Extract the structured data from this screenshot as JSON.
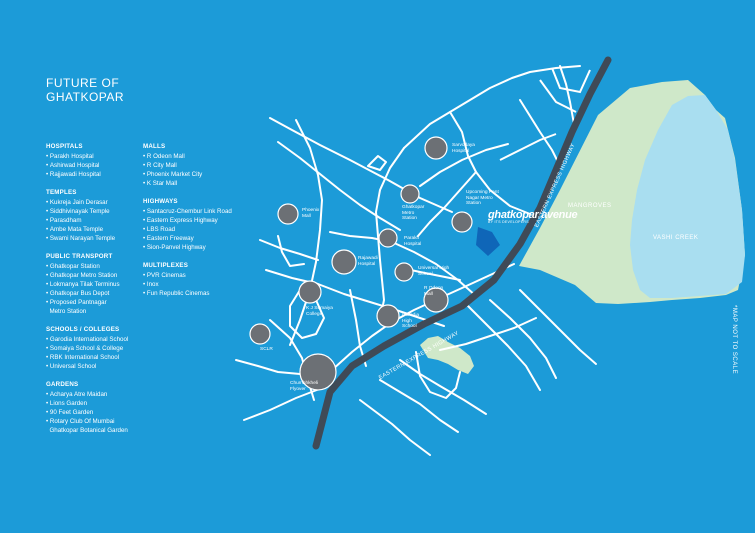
{
  "title": [
    "FUTURE OF",
    "GHATKOPAR"
  ],
  "legend": {
    "hospitals": {
      "heading": "HOSPITALS",
      "items": [
        "Parakh Hospital",
        "Ashirwad Hospital",
        "Rajjawadi Hospital"
      ]
    },
    "temples": {
      "heading": "TEMPLES",
      "items": [
        "Kukreja Jain Derasar",
        "Siddhivinayak Temple",
        "Parasdham",
        "Ambe Mata Temple",
        "Swami Narayan Temple"
      ]
    },
    "transport": {
      "heading": "PUBLIC TRANSPORT",
      "items": [
        "Ghatkopar Station",
        "Ghatkopar Metro Station",
        "Lokmanya Tilak Terminus",
        "Ghatkopar Bus Depot",
        "Proposed Pantnagar"
      ],
      "continuation": "Metro Station"
    },
    "schools": {
      "heading": "SCHOOLS / COLLEGES",
      "items": [
        "Garodia International School",
        "Somaiya School & College",
        "RBK International School",
        "Universal School"
      ]
    },
    "gardens": {
      "heading": "GARDENS",
      "items": [
        "Acharya Atre Maidan",
        "Lions Garden",
        "90 Feet Garden",
        "Rotary Club Of Mumbai"
      ],
      "continuation": "Ghatkopar Botanical Garden"
    },
    "malls": {
      "heading": "MALLS",
      "items": [
        "R Odeon Mall",
        "R City Mall",
        "Phoenix Market City",
        "K Star Mall"
      ]
    },
    "highways": {
      "heading": "HIGHWAYS",
      "items": [
        "Santacruz-Chembur Link Road",
        "Eastern Express Highway",
        "LBS Road",
        "Eastern Freeway",
        "Sion-Panvel Highway"
      ]
    },
    "multiplexes": {
      "heading": "MULTIPLEXES",
      "items": [
        "PVR Cinemas",
        "Inox",
        "Fun Republic Cinemas"
      ]
    }
  },
  "map": {
    "highway_label": "EASTERN EXPRESS HIGHWAY",
    "mangroves": "MANGROVES",
    "creek": "VASHI CREEK",
    "scale_note": "*MAP NOT TO SCALE",
    "logo_name": "ghatkopar avenue",
    "logo_tag": "BY ITS DEVELOPERS",
    "places": [
      {
        "id": "sarvodaya",
        "label": "Sarvodaya Hospital"
      },
      {
        "id": "pantnagar",
        "label": "Upcoming Pant Nagar Metro Station"
      },
      {
        "id": "metro",
        "label": "Ghatkopar Metro Station"
      },
      {
        "id": "phoenix",
        "label": "Phoenix Mall"
      },
      {
        "id": "parakh",
        "label": "Parakh Hospital"
      },
      {
        "id": "rajawadi",
        "label": "Rajawadi Hospital"
      },
      {
        "id": "universal",
        "label": "Universal High School"
      },
      {
        "id": "rodeon",
        "label": "R Odeon Mall"
      },
      {
        "id": "garodia",
        "label": "Garodia High School"
      },
      {
        "id": "somaiya",
        "label": "K J Somaiya College"
      },
      {
        "id": "scl",
        "label": "SCLR"
      },
      {
        "id": "chembur",
        "label": "Chumbhkheli Flyover"
      }
    ]
  },
  "colors": {
    "background": "#1c9bd8",
    "mangroves": "#cfe8c9",
    "creek": "#a9def0",
    "highway": "#3f4a57",
    "roads": "#ffffff",
    "circle": "#6c7075"
  }
}
